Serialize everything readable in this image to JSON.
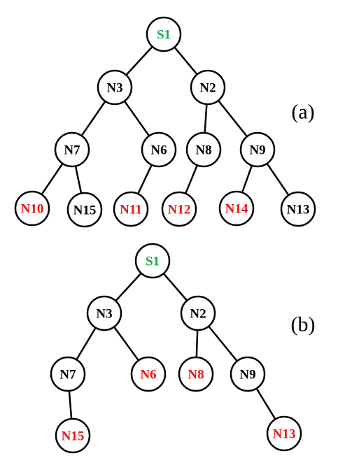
{
  "colors": {
    "root": "#1aa64b",
    "highlight": "#ee1111",
    "normal": "#000000"
  },
  "trees": [
    {
      "label": "(a)",
      "nodes": [
        {
          "id": "S1",
          "label": "S1",
          "status": "root"
        },
        {
          "id": "N3",
          "label": "N3",
          "status": "normal"
        },
        {
          "id": "N2",
          "label": "N2",
          "status": "normal"
        },
        {
          "id": "N7",
          "label": "N7",
          "status": "normal"
        },
        {
          "id": "N6",
          "label": "N6",
          "status": "normal"
        },
        {
          "id": "N8",
          "label": "N8",
          "status": "normal"
        },
        {
          "id": "N9",
          "label": "N9",
          "status": "normal"
        },
        {
          "id": "N10",
          "label": "N10",
          "status": "highlight"
        },
        {
          "id": "N15",
          "label": "N15",
          "status": "normal"
        },
        {
          "id": "N11",
          "label": "N11",
          "status": "highlight"
        },
        {
          "id": "N12",
          "label": "N12",
          "status": "highlight"
        },
        {
          "id": "N14",
          "label": "N14",
          "status": "highlight"
        },
        {
          "id": "N13",
          "label": "N13",
          "status": "normal"
        }
      ],
      "edges": [
        [
          "S1",
          "N3"
        ],
        [
          "S1",
          "N2"
        ],
        [
          "N3",
          "N7"
        ],
        [
          "N3",
          "N6"
        ],
        [
          "N2",
          "N8"
        ],
        [
          "N2",
          "N9"
        ],
        [
          "N7",
          "N10"
        ],
        [
          "N7",
          "N15"
        ],
        [
          "N6",
          "N11"
        ],
        [
          "N8",
          "N12"
        ],
        [
          "N9",
          "N14"
        ],
        [
          "N9",
          "N13"
        ]
      ]
    },
    {
      "label": "(b)",
      "nodes": [
        {
          "id": "S1",
          "label": "S1",
          "status": "root"
        },
        {
          "id": "N3",
          "label": "N3",
          "status": "normal"
        },
        {
          "id": "N2",
          "label": "N2",
          "status": "normal"
        },
        {
          "id": "N7",
          "label": "N7",
          "status": "normal"
        },
        {
          "id": "N6",
          "label": "N6",
          "status": "highlight"
        },
        {
          "id": "N8",
          "label": "N8",
          "status": "highlight"
        },
        {
          "id": "N9",
          "label": "N9",
          "status": "normal"
        },
        {
          "id": "N15",
          "label": "N15",
          "status": "highlight"
        },
        {
          "id": "N13",
          "label": "N13",
          "status": "highlight"
        }
      ],
      "edges": [
        [
          "S1",
          "N3"
        ],
        [
          "S1",
          "N2"
        ],
        [
          "N3",
          "N7"
        ],
        [
          "N3",
          "N6"
        ],
        [
          "N2",
          "N8"
        ],
        [
          "N2",
          "N9"
        ],
        [
          "N7",
          "N15"
        ],
        [
          "N9",
          "N13"
        ]
      ]
    }
  ]
}
